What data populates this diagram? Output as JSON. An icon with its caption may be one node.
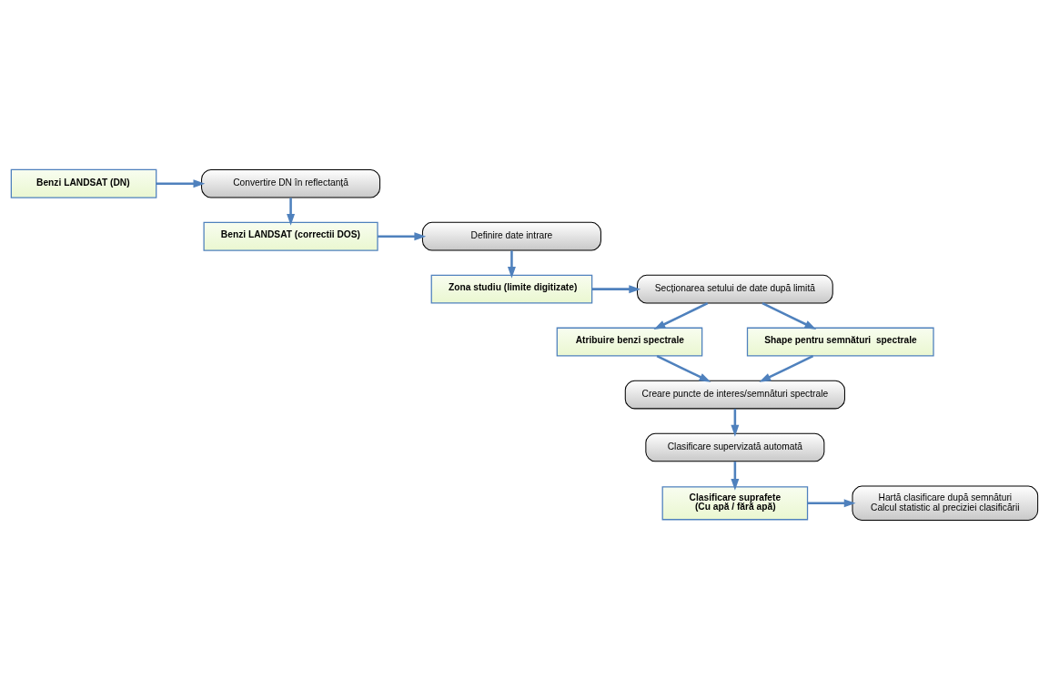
{
  "diagram": {
    "nodes": [
      {
        "text": [
          "Benzi LANDSAT (DN)"
        ]
      },
      {
        "text": [
          "Convertire DN în reflectanță"
        ]
      },
      {
        "text": [
          "Benzi LANDSAT (correctii DOS)"
        ]
      },
      {
        "text": [
          "Definire date intrare"
        ]
      },
      {
        "text": [
          "Zona studiu (limite digitizate)"
        ]
      },
      {
        "text": [
          "Secționarea setului de date după limită"
        ]
      },
      {
        "text": [
          "Atribuire benzi spectrale"
        ]
      },
      {
        "text": [
          "Shape pentru semnături  spectrale"
        ]
      },
      {
        "text": [
          "Creare puncte de interes/semnături spectrale"
        ]
      },
      {
        "text": [
          "Clasificare supervizată automată"
        ]
      },
      {
        "text": [
          "Clasificare suprafete",
          "(Cu apă / fără apă)"
        ]
      },
      {
        "text": [
          "Hartă clasificare după semnături",
          "Calcul statistic al preciziei clasificării"
        ]
      }
    ],
    "edges": [
      {
        "from": 0,
        "to": 1,
        "arrow": "to"
      },
      {
        "from": 1,
        "to": 2,
        "arrow": "to"
      },
      {
        "from": 2,
        "to": 3,
        "arrow": "to"
      },
      {
        "from": 3,
        "to": 4,
        "arrow": "to"
      },
      {
        "from": 4,
        "to": 5,
        "arrow": "to"
      },
      {
        "from": 5,
        "to": 6,
        "arrow": "to"
      },
      {
        "from": 5,
        "to": 7,
        "arrow": "to"
      },
      {
        "from": 6,
        "to": 8,
        "arrow": "to"
      },
      {
        "from": 7,
        "to": 8,
        "arrow": "to"
      },
      {
        "from": 8,
        "to": 9,
        "arrow": "to"
      },
      {
        "from": 9,
        "to": 10,
        "arrow": "to"
      },
      {
        "from": 10,
        "to": 11,
        "arrow": "to"
      }
    ]
  }
}
